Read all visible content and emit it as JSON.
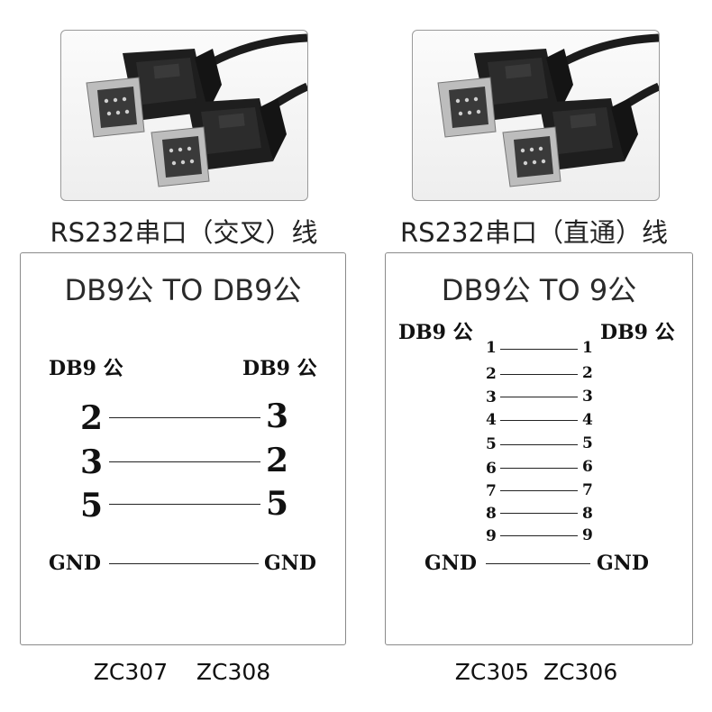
{
  "left": {
    "caption": "RS232串口（交叉）线",
    "title": "DB9公 TO DB9公",
    "header_left": "DB9 公",
    "header_right": "DB9 公",
    "pins": [
      {
        "a": "2",
        "b": "3"
      },
      {
        "a": "3",
        "b": "2"
      },
      {
        "a": "5",
        "b": "5"
      }
    ],
    "gnd_left": "GND",
    "gnd_right": "GND",
    "models": "ZC307    ZC308"
  },
  "right": {
    "caption": "RS232串口（直通）线",
    "title": "DB9公 TO 9公",
    "header_left": "DB9 公",
    "header_right": "DB9 公",
    "pins": [
      {
        "a": "1",
        "b": "1"
      },
      {
        "a": "2",
        "b": "2"
      },
      {
        "a": "3",
        "b": "3"
      },
      {
        "a": "4",
        "b": "4"
      },
      {
        "a": "5",
        "b": "5"
      },
      {
        "a": "6",
        "b": "6"
      },
      {
        "a": "7",
        "b": "7"
      },
      {
        "a": "8",
        "b": "8"
      },
      {
        "a": "9",
        "b": "9"
      }
    ],
    "gnd_left": "GND",
    "gnd_right": "GND",
    "models": "ZC305  ZC306"
  },
  "colors": {
    "cable_body": "#1c1c1c",
    "connector_shell": "#b8b8b8"
  }
}
